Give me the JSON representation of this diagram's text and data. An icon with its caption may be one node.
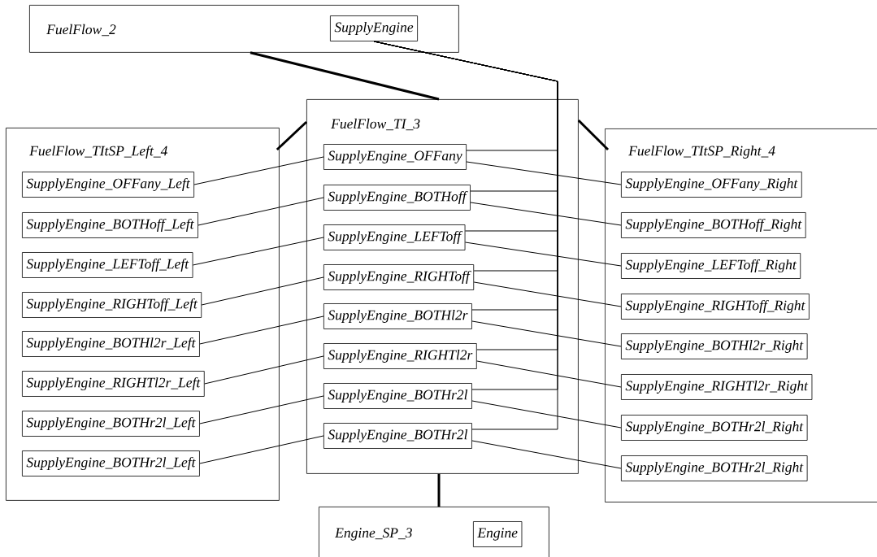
{
  "diagram": {
    "nodes": [
      {
        "text": [
          "FuelFlow_2"
        ]
      },
      {
        "text": [
          "SupplyEngine"
        ],
        "in": 0
      },
      {
        "text": [
          "FuelFlow_TI_3"
        ]
      },
      {
        "text": [
          "SupplyEngine_OFFany"
        ],
        "in": 2
      },
      {
        "text": [
          "SupplyEngine_BOTHoff"
        ],
        "in": 2
      },
      {
        "text": [
          "SupplyEngine_LEFToff"
        ],
        "in": 2
      },
      {
        "text": [
          "SupplyEngine_RIGHToff"
        ],
        "in": 2
      },
      {
        "text": [
          "SupplyEngine_BOTHl2r"
        ],
        "in": 2
      },
      {
        "text": [
          "SupplyEngine_RIGHTl2r"
        ],
        "in": 2
      },
      {
        "text": [
          "SupplyEngine_BOTHr2l"
        ],
        "in": 2
      },
      {
        "text": [
          "SupplyEngine_BOTHr2l"
        ],
        "in": 2
      },
      {
        "text": [
          "FuelFlow_TItSP_Left_4"
        ]
      },
      {
        "text": [
          "SupplyEngine_OFFany_Left"
        ],
        "in": 11
      },
      {
        "text": [
          "SupplyEngine_BOTHoff_Left"
        ],
        "in": 11
      },
      {
        "text": [
          "SupplyEngine_LEFToff_Left"
        ],
        "in": 11
      },
      {
        "text": [
          "SupplyEngine_RIGHToff_Left"
        ],
        "in": 11
      },
      {
        "text": [
          "SupplyEngine_BOTHl2r_Left"
        ],
        "in": 11
      },
      {
        "text": [
          "SupplyEngine_RIGHTl2r_Left"
        ],
        "in": 11
      },
      {
        "text": [
          "SupplyEngine_BOTHr2l_Left"
        ],
        "in": 11
      },
      {
        "text": [
          "SupplyEngine_BOTHr2l_Left"
        ],
        "in": 11
      },
      {
        "text": [
          "FuelFlow_TItSP_Right_4"
        ]
      },
      {
        "text": [
          "SupplyEngine_OFFany_Right"
        ],
        "in": 20
      },
      {
        "text": [
          "SupplyEngine_BOTHoff_Right"
        ],
        "in": 20
      },
      {
        "text": [
          "SupplyEngine_LEFToff_Right"
        ],
        "in": 20
      },
      {
        "text": [
          "SupplyEngine_RIGHToff_Right"
        ],
        "in": 20
      },
      {
        "text": [
          "SupplyEngine_BOTHl2r_Right"
        ],
        "in": 20
      },
      {
        "text": [
          "SupplyEngine_RIGHTl2r_Right"
        ],
        "in": 20
      },
      {
        "text": [
          "SupplyEngine_BOTHr2l_Right"
        ],
        "in": 20
      },
      {
        "text": [
          "SupplyEngine_BOTHr2l_Right"
        ],
        "in": 20
      },
      {
        "text": [
          "Engine_SP_3"
        ]
      },
      {
        "text": [
          "Engine"
        ],
        "in": 29
      }
    ],
    "edges": [
      {
        "from": 0,
        "to": 2,
        "arrow": "none",
        "style": "thick"
      },
      {
        "from": 2,
        "to": 11,
        "arrow": "none",
        "style": "thick"
      },
      {
        "from": 2,
        "to": 20,
        "arrow": "none",
        "style": "thick"
      },
      {
        "from": 2,
        "to": 29,
        "arrow": "none",
        "style": "thick"
      },
      {
        "from": 1,
        "to": 3,
        "arrow": "none"
      },
      {
        "from": 1,
        "to": 4,
        "arrow": "none"
      },
      {
        "from": 1,
        "to": 5,
        "arrow": "none"
      },
      {
        "from": 1,
        "to": 6,
        "arrow": "none"
      },
      {
        "from": 1,
        "to": 7,
        "arrow": "none"
      },
      {
        "from": 1,
        "to": 8,
        "arrow": "none"
      },
      {
        "from": 1,
        "to": 9,
        "arrow": "none"
      },
      {
        "from": 1,
        "to": 10,
        "arrow": "none"
      },
      {
        "from": 3,
        "to": 12,
        "arrow": "none"
      },
      {
        "from": 4,
        "to": 13,
        "arrow": "none"
      },
      {
        "from": 5,
        "to": 14,
        "arrow": "none"
      },
      {
        "from": 6,
        "to": 15,
        "arrow": "none"
      },
      {
        "from": 7,
        "to": 16,
        "arrow": "none"
      },
      {
        "from": 8,
        "to": 17,
        "arrow": "none"
      },
      {
        "from": 9,
        "to": 18,
        "arrow": "none"
      },
      {
        "from": 10,
        "to": 19,
        "arrow": "none"
      },
      {
        "from": 3,
        "to": 21,
        "arrow": "none"
      },
      {
        "from": 4,
        "to": 22,
        "arrow": "none"
      },
      {
        "from": 5,
        "to": 23,
        "arrow": "none"
      },
      {
        "from": 6,
        "to": 24,
        "arrow": "none"
      },
      {
        "from": 7,
        "to": 25,
        "arrow": "none"
      },
      {
        "from": 8,
        "to": 26,
        "arrow": "none"
      },
      {
        "from": 9,
        "to": 27,
        "arrow": "none"
      },
      {
        "from": 10,
        "to": 28,
        "arrow": "none"
      }
    ]
  }
}
